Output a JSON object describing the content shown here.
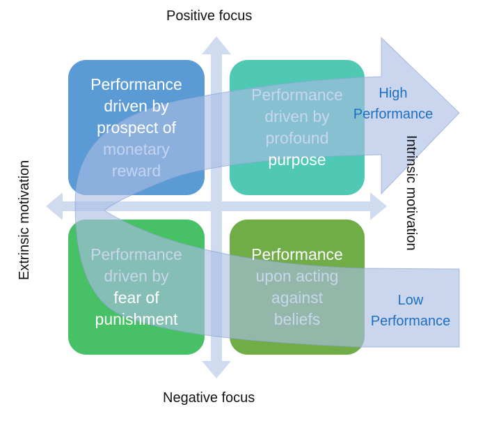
{
  "axes": {
    "top": "Positive focus",
    "bottom": "Negative focus",
    "left": "Extrinsic motivation",
    "right": "Intrinsic motivation"
  },
  "quadrants": [
    {
      "id": "top-left",
      "lines": [
        "Performance",
        "driven by",
        "prospect of",
        "monetary",
        "reward"
      ],
      "color": "#5b9bd5"
    },
    {
      "id": "top-right",
      "lines": [
        "Performance",
        "driven by",
        "profound",
        "purpose"
      ],
      "color": "#4ec9b0"
    },
    {
      "id": "bottom-left",
      "lines": [
        "Performance",
        "driven by",
        "fear of",
        "punishment"
      ],
      "color": "#47c066"
    },
    {
      "id": "bottom-right",
      "lines": [
        "Performance",
        "upon acting",
        "against",
        "beliefs"
      ],
      "color": "#70ad47"
    }
  ],
  "performance": {
    "high": [
      "High",
      "Performance"
    ],
    "low": [
      "Low",
      "Performance"
    ],
    "color": "#1f6fbf"
  },
  "colors": {
    "axis_arrow": "#cfdbee",
    "curved_arrow": "#a9bde3"
  }
}
